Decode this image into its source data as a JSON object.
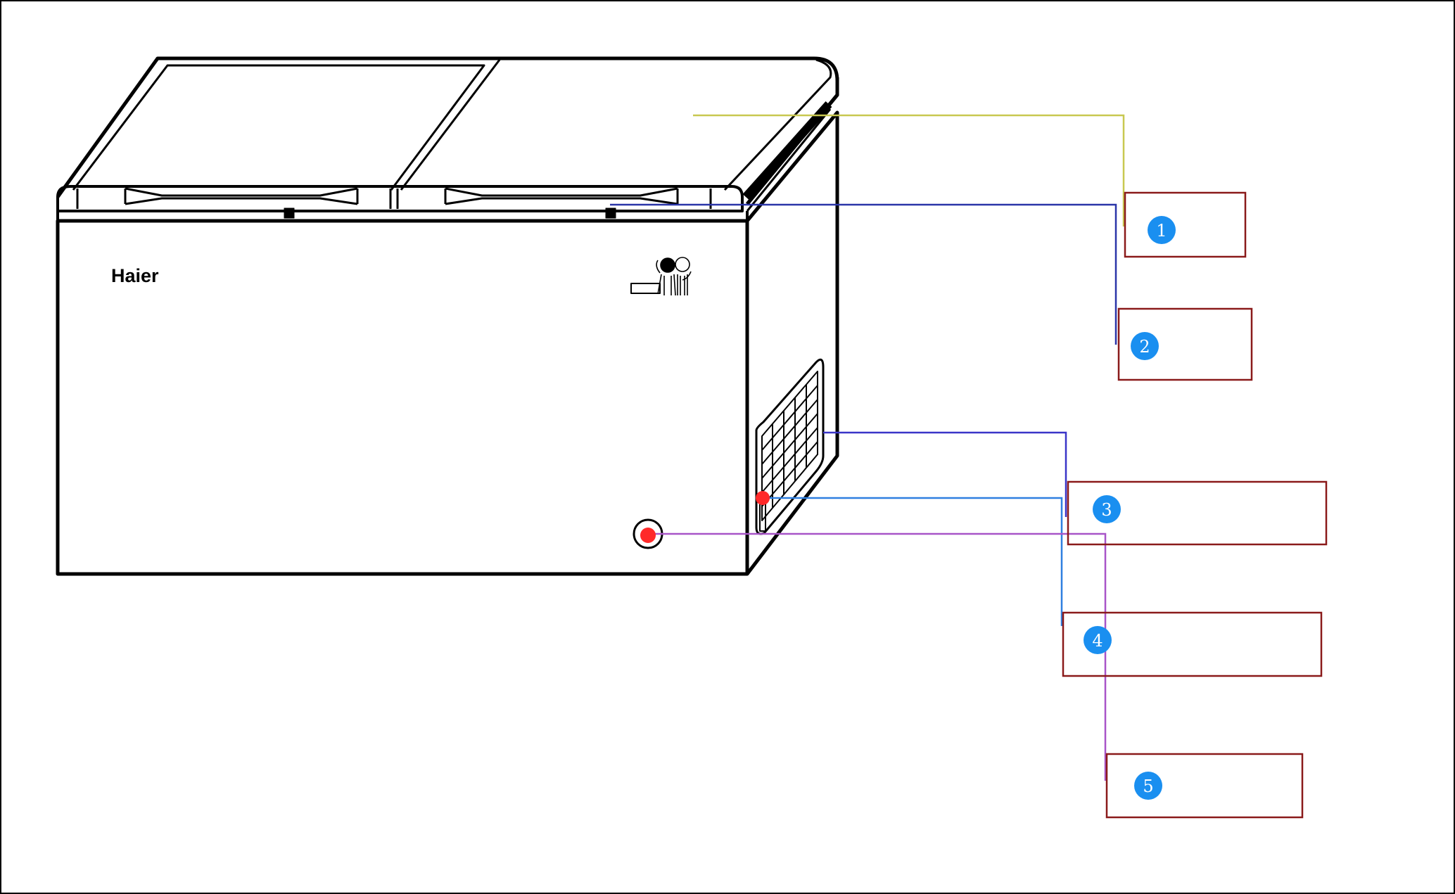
{
  "brand": {
    "name": "Haier"
  },
  "callouts": [
    {
      "number": "1",
      "line_color": "#c8c850"
    },
    {
      "number": "2",
      "line_color": "#2a35a8"
    },
    {
      "number": "3",
      "line_color": "#3a35c8"
    },
    {
      "number": "4",
      "line_color": "#2f7fe0"
    },
    {
      "number": "5",
      "line_color": "#a855c8"
    }
  ],
  "colors": {
    "outline": "#000000",
    "callout_box": "#8a1a1a",
    "badge": "#1a8ff0",
    "badge_text": "#ffffff",
    "marker_dot": "#ff2a2a"
  }
}
